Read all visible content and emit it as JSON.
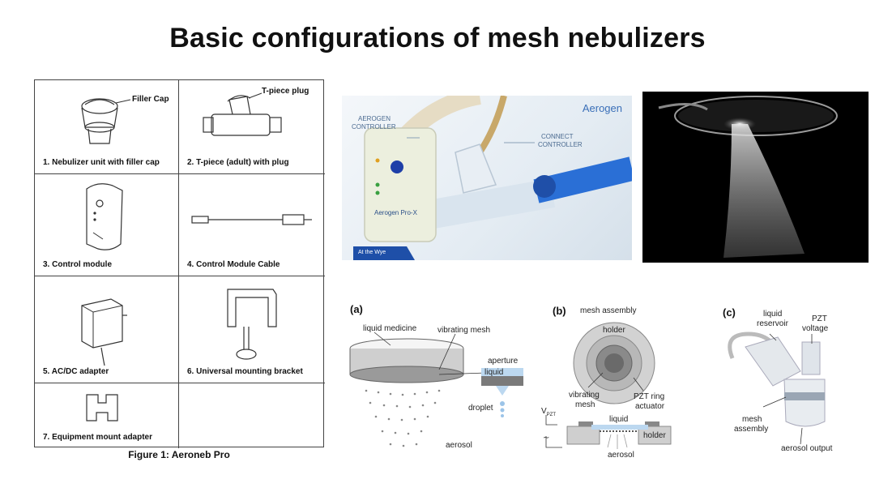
{
  "title": "Basic configurations of mesh nebulizers",
  "parts": {
    "items": [
      {
        "caption": "1.  Nebulizer unit with filler cap",
        "label": "Filler Cap"
      },
      {
        "caption": "2.  T-piece (adult) with plug",
        "label": "T-piece plug"
      },
      {
        "caption": "3.  Control module"
      },
      {
        "caption": "4.  Control Module Cable"
      },
      {
        "caption": "5.  AC/DC adapter"
      },
      {
        "caption": "6.  Universal mounting bracket"
      },
      {
        "caption": "7.  Equipment mount adapter"
      }
    ],
    "figure_caption": "Figure 1: Aeroneb Pro"
  },
  "photo": {
    "brand": "Aerogen",
    "controller_label_1": "AEROGEN",
    "controller_label_2": "CONTROLLER",
    "connect_1": "CONNECT",
    "connect_2": "CONTROLLER",
    "device_name": "Aerogen Pro-X",
    "banner": "At the Wye"
  },
  "diagram_a": {
    "letter": "(a)",
    "liquid_medicine": "liquid medicine",
    "vibrating_mesh": "vibrating mesh",
    "aperture": "aperture",
    "liquid": "liquid",
    "droplet": "droplet",
    "aerosol": "aerosol"
  },
  "diagram_b": {
    "letter": "(b)",
    "mesh_assembly": "mesh assembly",
    "holder": "holder",
    "vibrating": "vibrating",
    "mesh": "mesh",
    "pzt_ring": "PZT ring",
    "actuator": "actuator",
    "vpzt": "V",
    "vpzt_sub": "PZT",
    "liquid": "liquid",
    "holder2": "holder",
    "aerosol": "aerosol"
  },
  "diagram_c": {
    "letter": "(c)",
    "liquid": "liquid",
    "reservoir": "reservoir",
    "pzt": "PZT",
    "voltage": "voltage",
    "mesh": "mesh",
    "assembly": "assembly",
    "aerosol_output": "aerosol output"
  }
}
